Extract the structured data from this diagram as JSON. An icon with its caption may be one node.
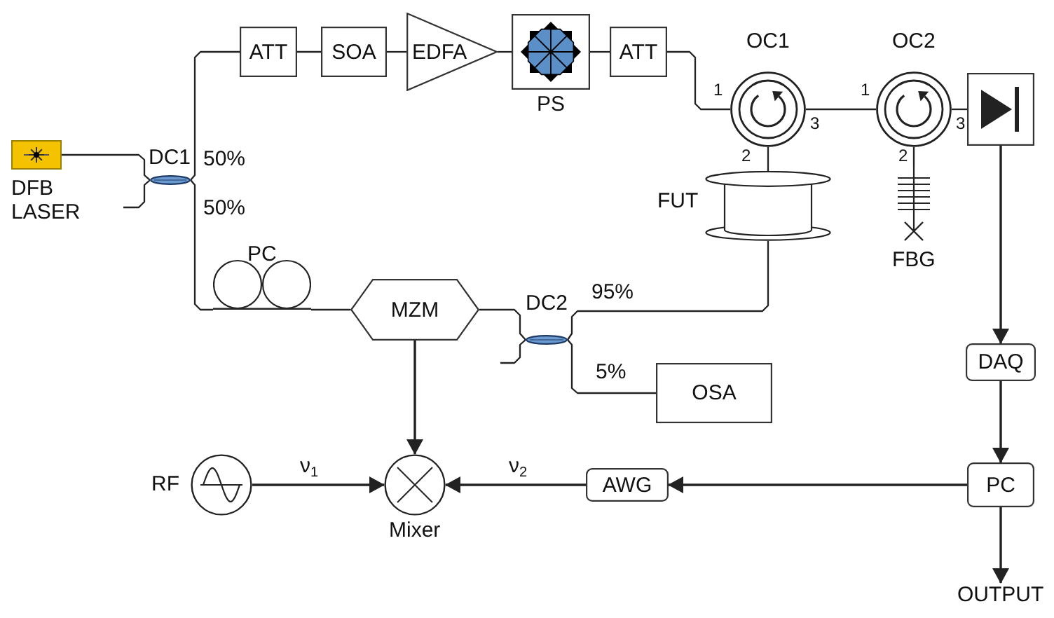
{
  "diagram": {
    "nodes": [
      {
        "text": [
          "DFB LASER"
        ]
      },
      {
        "text": [
          "DC1"
        ]
      },
      {
        "text": [
          "ATT"
        ]
      },
      {
        "text": [
          "SOA"
        ]
      },
      {
        "text": [
          "EDFA"
        ]
      },
      {
        "text": [
          "PS"
        ]
      },
      {
        "text": [
          "ATT"
        ]
      },
      {
        "text": [
          "OC1"
        ]
      },
      {
        "text": [
          "OC2"
        ]
      },
      {
        "text": [],
        "shape": "box"
      },
      {
        "text": [
          "FUT"
        ]
      },
      {
        "text": [
          "FBG"
        ]
      },
      {
        "text": [
          "PC"
        ]
      },
      {
        "text": [
          "MZM"
        ]
      },
      {
        "text": [
          "DC2"
        ]
      },
      {
        "text": [
          "OSA"
        ]
      },
      {
        "text": [
          "DAQ"
        ]
      },
      {
        "text": [
          "PC"
        ]
      },
      {
        "text": [
          "AWG"
        ]
      },
      {
        "text": [
          "Mixer"
        ]
      },
      {
        "text": [
          "RF"
        ]
      },
      {
        "text": [
          "OUTPUT"
        ]
      }
    ],
    "edges": [
      {
        "from": 0,
        "to": 1,
        "arrow": "none"
      },
      {
        "from": null,
        "to": 1,
        "arrow": "none"
      },
      {
        "from": 1,
        "to": 2,
        "arrow": "none",
        "label": "50%"
      },
      {
        "from": 1,
        "to": 12,
        "arrow": "none",
        "label": "50%"
      },
      {
        "from": 2,
        "to": 3,
        "arrow": "none"
      },
      {
        "from": 3,
        "to": 4,
        "arrow": "none"
      },
      {
        "from": 4,
        "to": 5,
        "arrow": "none"
      },
      {
        "from": 5,
        "to": 6,
        "arrow": "none"
      },
      {
        "from": 6,
        "to": 7,
        "arrow": "none"
      },
      {
        "from": 7,
        "to": 8,
        "arrow": "none"
      },
      {
        "from": 8,
        "to": 9,
        "arrow": "none"
      },
      {
        "from": 7,
        "to": 10,
        "arrow": "none"
      },
      {
        "from": 8,
        "to": 11,
        "arrow": "none"
      },
      {
        "from": 10,
        "to": 14,
        "arrow": "none",
        "label": "95%"
      },
      {
        "from": 12,
        "to": 13,
        "arrow": "none"
      },
      {
        "from": 13,
        "to": 14,
        "arrow": "none"
      },
      {
        "from": null,
        "to": 14,
        "arrow": "none"
      },
      {
        "from": 14,
        "to": 15,
        "arrow": "none",
        "label": "5%"
      },
      {
        "from": 9,
        "to": 16,
        "arrow": "to"
      },
      {
        "from": 16,
        "to": 17,
        "arrow": "to"
      },
      {
        "from": 17,
        "to": 21,
        "arrow": "to"
      },
      {
        "from": 17,
        "to": 18,
        "arrow": "to"
      },
      {
        "from": 18,
        "to": 19,
        "arrow": "to",
        "label": "ν$_{2}$"
      },
      {
        "from": 20,
        "to": 19,
        "arrow": "to",
        "label": "ν$_{1}$"
      },
      {
        "from": 13,
        "to": 19,
        "arrow": "to"
      }
    ],
    "labels": [
      "1",
      "1",
      "3",
      "3",
      "2",
      "2"
    ]
  }
}
